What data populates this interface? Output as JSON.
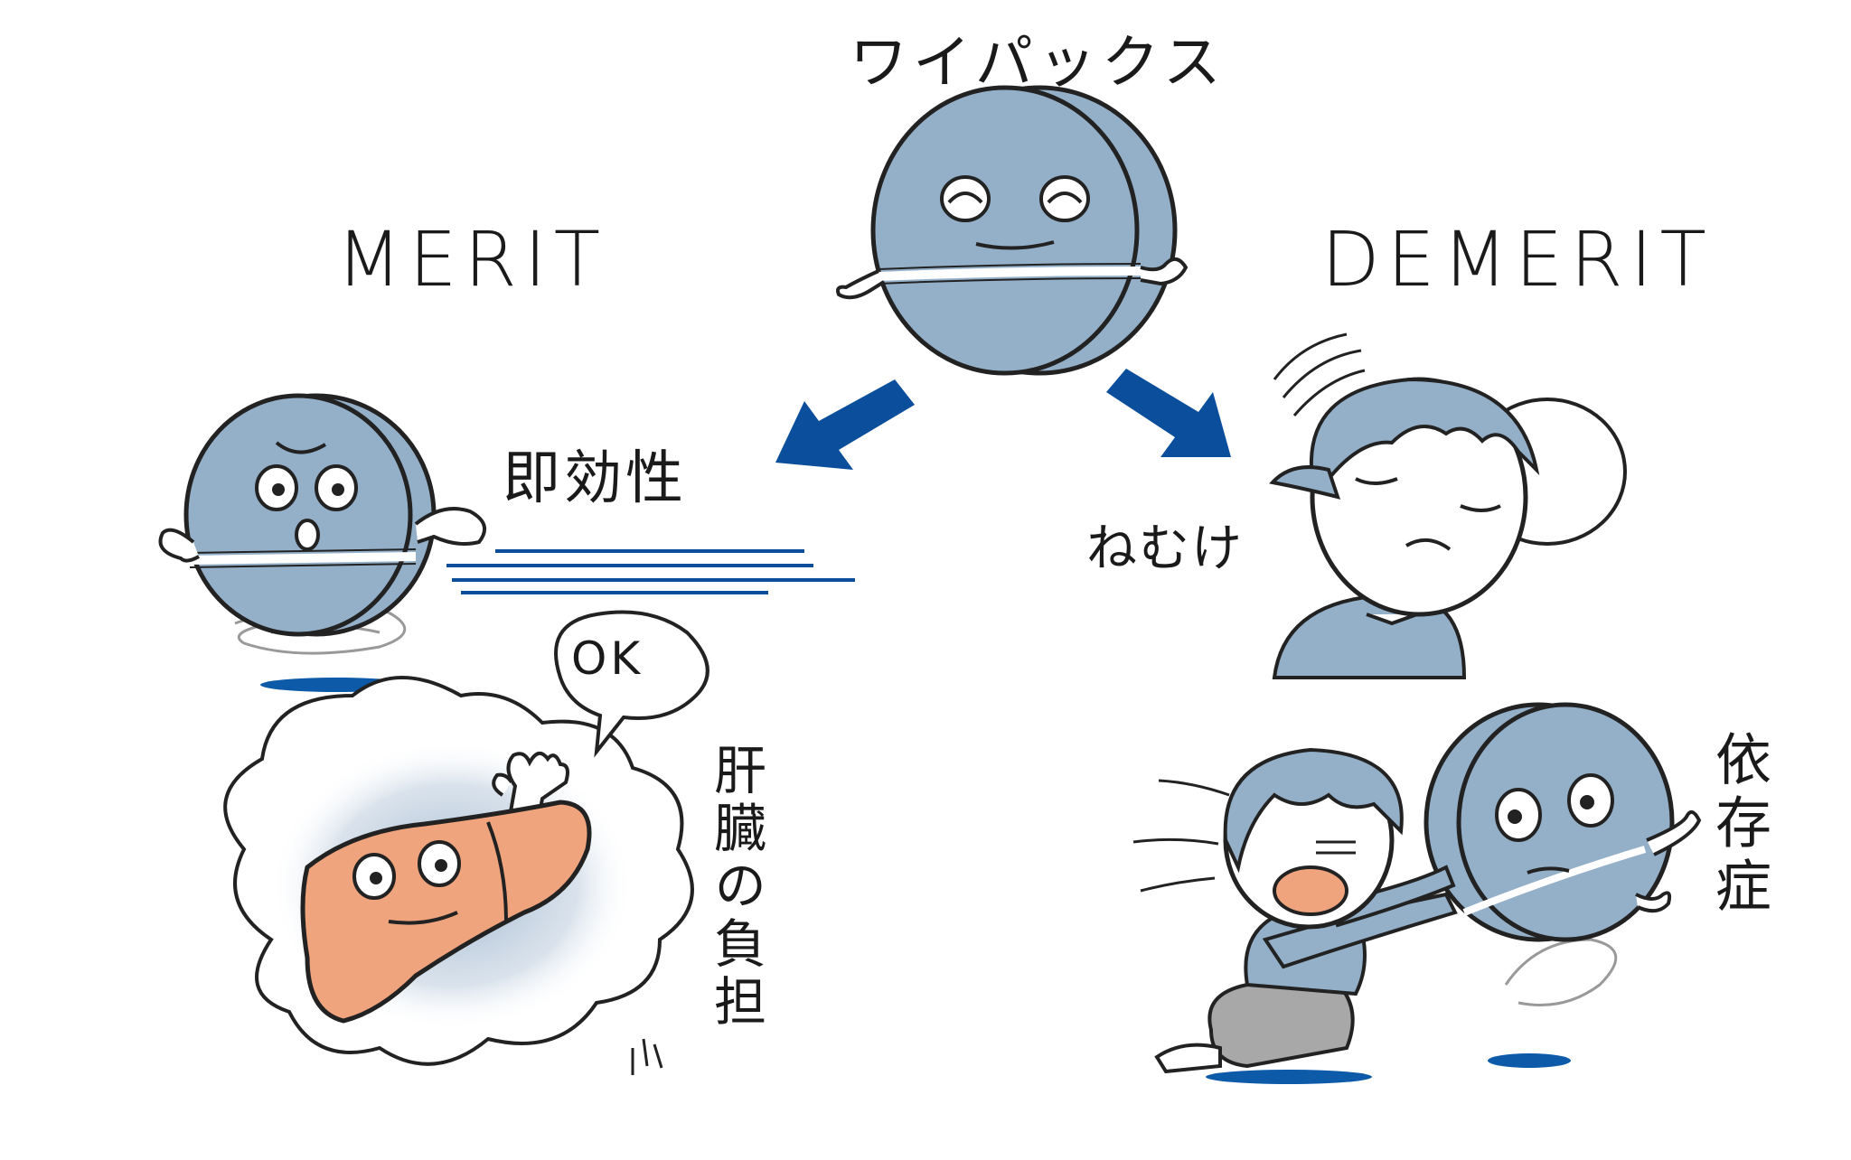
{
  "labels": {
    "title": "ワイパックス",
    "merit": "MERIT",
    "demerit": "DEMERIT",
    "fast_acting": "即効性",
    "drowsiness": "ねむけ",
    "ok_bubble": "OK",
    "dependence": "依存症",
    "liver_burden": "肝臓の負担"
  },
  "colors": {
    "pill_blue": "#94b0c9",
    "arrow_blue": "#0b4f9c",
    "line_dark": "#222222",
    "liver_orange": "#f0a47d",
    "pants_gray": "#a8a8a8",
    "shadow_blue": "#0d5aa8"
  },
  "icons": {
    "pill_character": "pill-character-icon",
    "arrow": "down-arrow-icon",
    "liver": "liver-character-icon"
  }
}
